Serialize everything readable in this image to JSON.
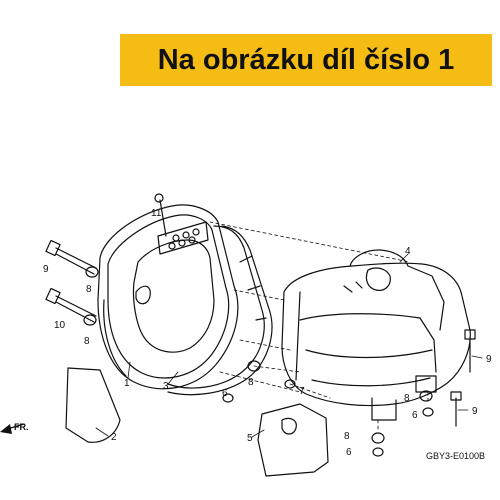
{
  "banner": {
    "text": "Na obrázku díl číslo 1"
  },
  "direction_label": "FR.",
  "diagram_code": "GBY3-E0100B",
  "labels": {
    "n1": "1",
    "n2": "2",
    "n3": "3",
    "n4": "4",
    "n5": "5",
    "n6a": "6",
    "n6b": "6",
    "n6c": "6",
    "n7": "7",
    "n8a": "8",
    "n8b": "8",
    "n8c": "8",
    "n8d": "8",
    "n8e": "8",
    "n9a": "9",
    "n9b": "9",
    "n9c": "9",
    "n10": "10",
    "n11": "11"
  },
  "colors": {
    "banner": "#f5bd14",
    "ink": "#111111"
  }
}
